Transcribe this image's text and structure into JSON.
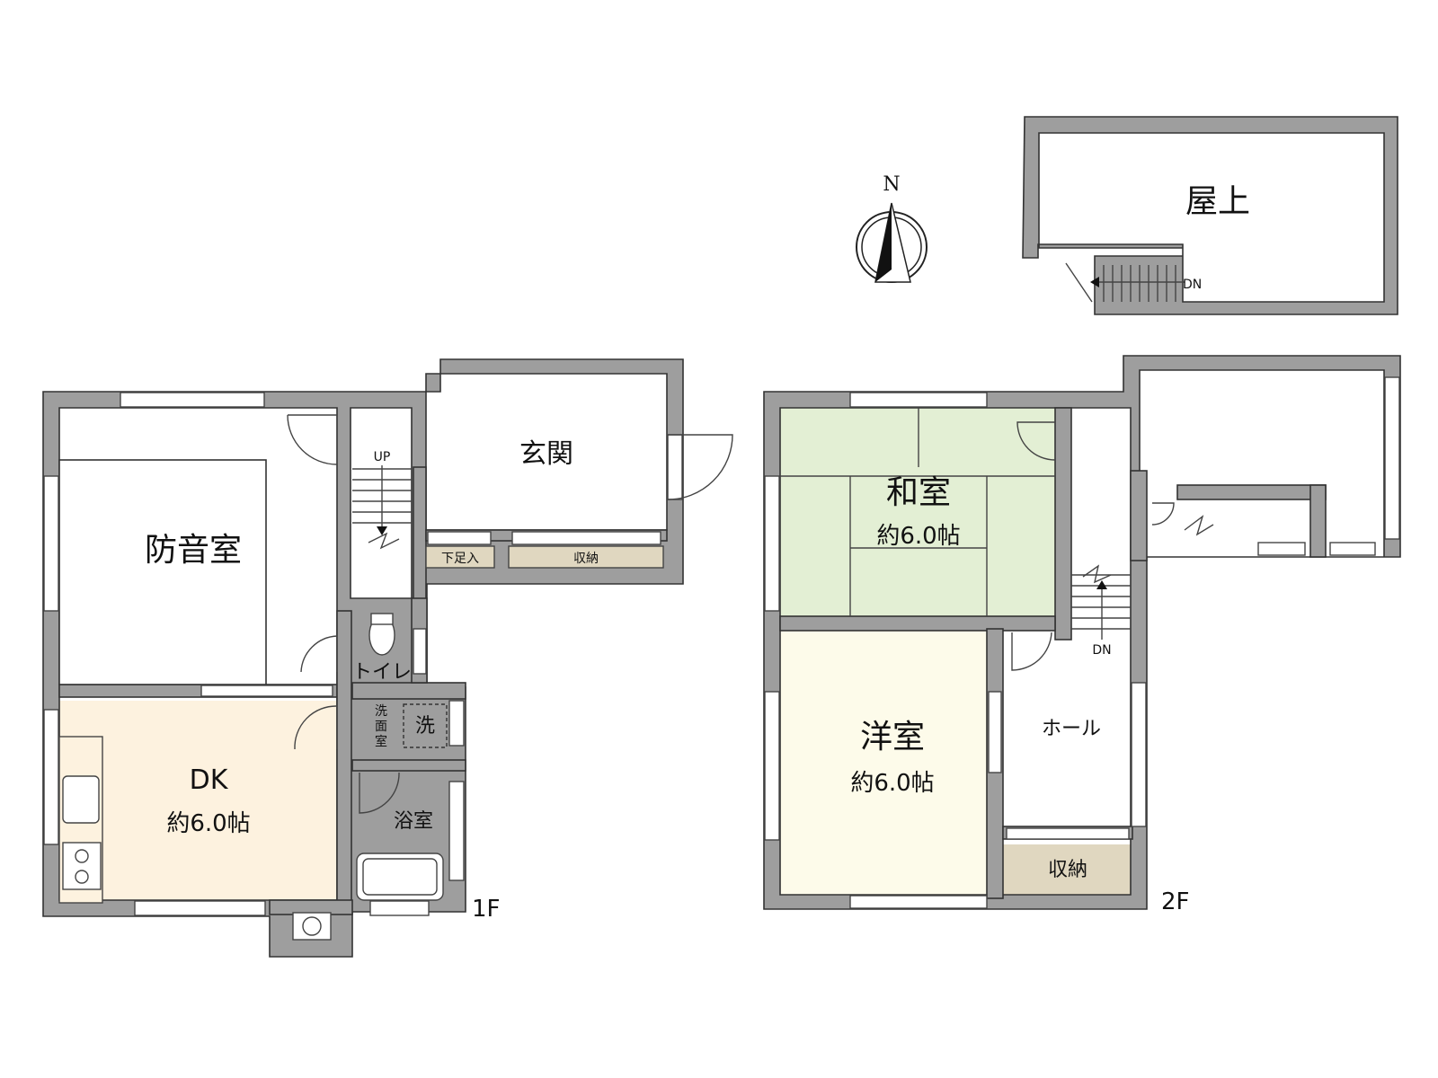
{
  "colors": {
    "wall": "#9e9e9e",
    "dk_floor": "#fdf2df",
    "wet_floor": "#e4f2fb",
    "washitsu_floor": "#e3efd4",
    "yoshitsu_floor": "#fdfbea",
    "storage_fill": "#e0d7c0"
  },
  "compass": {
    "north": "N"
  },
  "floor1": {
    "floor_label": "1F",
    "rooms": {
      "soundproof": "防音室",
      "entrance": "玄関",
      "dk_name": "DK",
      "dk_size": "約6.0帖",
      "toilet": "トイレ",
      "washroom": "洗面室",
      "washer": "洗",
      "bathroom": "浴室",
      "shoe_storage": "下足入",
      "storage": "収納",
      "stairs_up": "UP"
    }
  },
  "floor2": {
    "floor_label": "2F",
    "rooms": {
      "washitsu_name": "和室",
      "washitsu_size": "約6.0帖",
      "yoshitsu_name": "洋室",
      "yoshitsu_size": "約6.0帖",
      "hall": "ホール",
      "storage": "収納",
      "stairs_down": "DN"
    }
  },
  "rooftop": {
    "name": "屋上",
    "stairs_down": "DN"
  }
}
